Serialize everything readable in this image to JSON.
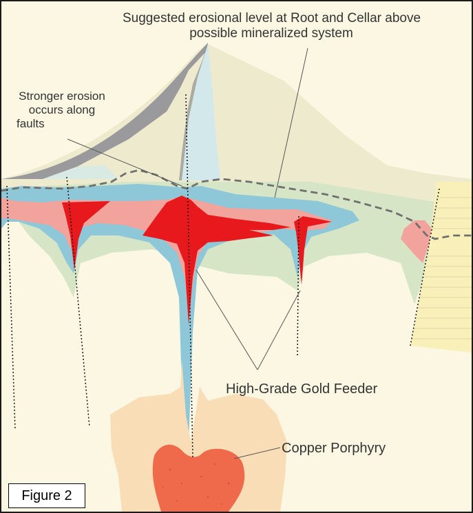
{
  "labels": {
    "title_line1": "Suggested erosional level at Root and Cellar above",
    "title_line2": "possible mineralized system",
    "erosion_line1": "Stronger erosion",
    "erosion_line2": "occurs along",
    "erosion_line3": "faults",
    "feeder": "High-Grade Gold Feeder",
    "porphyry": "Copper Porphyry",
    "figure": "Figure 2"
  },
  "colors": {
    "background": "#fbf7e3",
    "mountain": "#eeeacd",
    "ridge_gray": "#9a9a9c",
    "pale_blue": "#d3e8ea",
    "green_zone": "#d6e5c6",
    "blue_zone": "#8ec8d8",
    "pink_zone": "#f1a39c",
    "red_core": "#e8191d",
    "porphyry_halo": "#f8ddb6",
    "porphyry": "#ef6a4a",
    "striped_block": "#f8f0b8",
    "dashed_line": "#6f6f6f"
  }
}
